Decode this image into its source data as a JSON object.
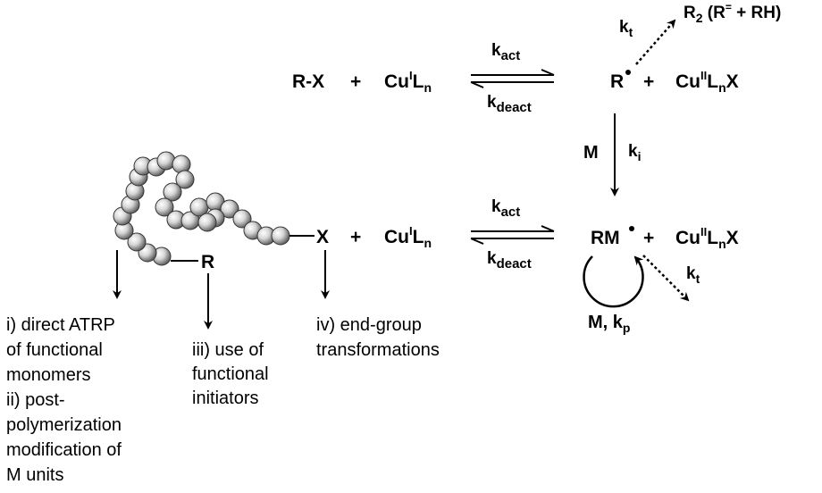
{
  "row1": {
    "rx": "R-X",
    "plus1": "+",
    "cu": "Cu",
    "cu_sup": "I",
    "l": "L",
    "l_sub": "n",
    "kact": "k",
    "kact_sub": "act",
    "kdeact": "k",
    "kdeact_sub": "deact",
    "radical": "R",
    "plus2": "+",
    "cu2": "Cu",
    "cu2_sup": "II",
    "l2": "L",
    "l2_sub": "n",
    "x2": "X"
  },
  "termination_top": {
    "kt": "k",
    "kt_sub": "t",
    "product": "R",
    "product_sub": "2",
    "product_rest": " (R",
    "product_sup": "=",
    "product_end": " + RH)"
  },
  "initiation": {
    "m": "M",
    "ki": "k",
    "ki_sub": "i"
  },
  "row2": {
    "x": "X",
    "plus1": "+",
    "cu": "Cu",
    "cu_sup": "I",
    "l": "L",
    "l_sub": "n",
    "kact": "k",
    "kact_sub": "act",
    "kdeact": "k",
    "kdeact_sub": "deact",
    "rm": "RM",
    "plus2": "+",
    "cu2": "Cu",
    "cu2_sup": "II",
    "l2": "L",
    "l2_sub": "n",
    "x2": "X"
  },
  "propagation": {
    "label": "M, k",
    "label_sub": "p",
    "kt": "k",
    "kt_sub": "t"
  },
  "chain": {
    "r_label": "R"
  },
  "annotations": {
    "i": [
      "i) direct ATRP",
      "of functional",
      "monomers",
      "ii) post-",
      "polymerization",
      "modification of",
      "M units"
    ],
    "iii": [
      "iii) use of",
      "functional",
      "initiators"
    ],
    "iv": [
      "iv) end-group",
      "transformations"
    ]
  },
  "colors": {
    "bead_light": "#ffffff",
    "bead_dark": "#5a5a5a",
    "line": "#000000"
  }
}
